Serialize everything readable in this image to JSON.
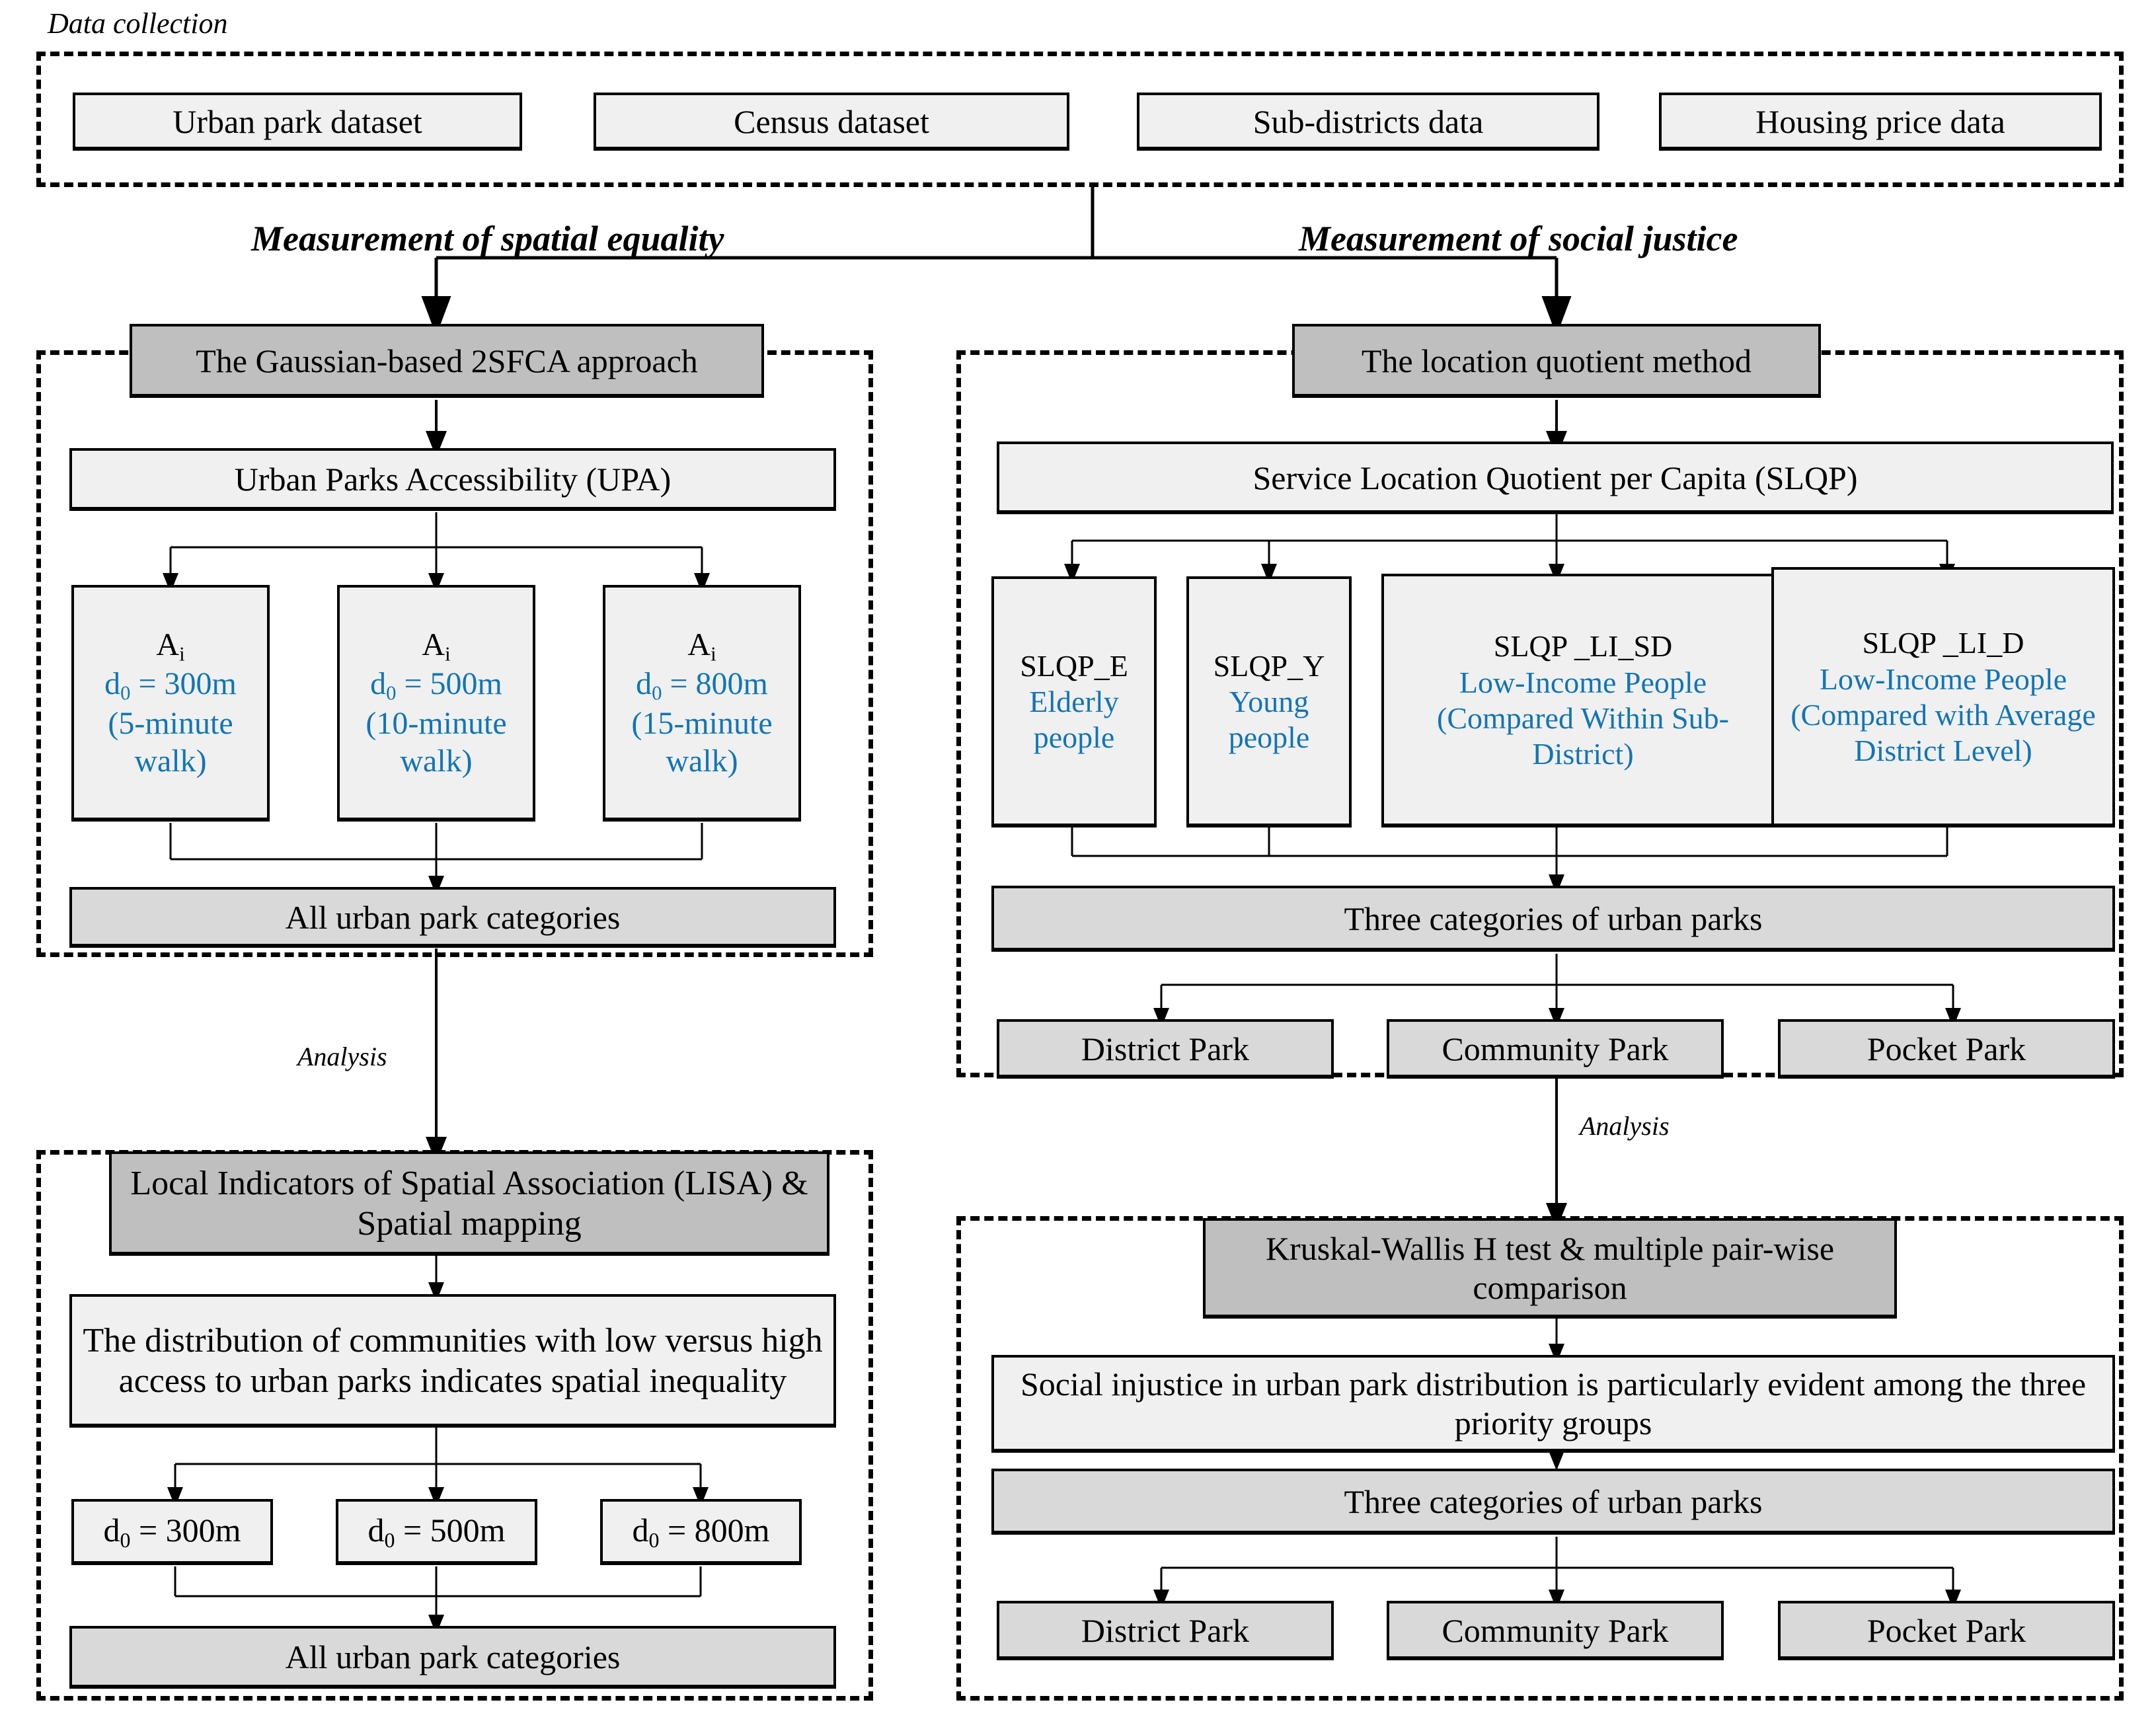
{
  "sections": {
    "data_collection": {
      "caption": "Data collection",
      "items": [
        {
          "label": "Urban park dataset"
        },
        {
          "label": "Census dataset"
        },
        {
          "label": "Sub-districts data"
        },
        {
          "label": "Housing price data"
        }
      ]
    },
    "left_branch": {
      "caption": "Measurement of spatial equality",
      "method": "The Gaussian-based 2SFCA approach",
      "indicator": "Urban Parks Accessibility (UPA)",
      "scenarios": [
        {
          "symbol": "A",
          "subscript": "i",
          "distance": "d",
          "dsub": "0",
          "value": " = 300m",
          "walk": "(5-minute walk)"
        },
        {
          "symbol": "A",
          "subscript": "i",
          "distance": "d",
          "dsub": "0",
          "value": " = 500m",
          "walk": "(10-minute walk)"
        },
        {
          "symbol": "A",
          "subscript": "i",
          "distance": "d",
          "dsub": "0",
          "value": " = 800m",
          "walk": "(15-minute walk)"
        }
      ],
      "aggregate": "All urban park categories",
      "analysis_caption": "Analysis",
      "analysis_method": "Local Indicators of Spatial Association (LISA) & Spatial mapping",
      "finding": "The distribution of communities with low versus high access to urban parks indicates spatial inequality",
      "distances": [
        "= 300m",
        "= 500m",
        "= 800m"
      ],
      "distance_prefix": "d",
      "distance_sub": "0",
      "aggregate2": "All urban park categories"
    },
    "right_branch": {
      "caption": "Measurement of social justice",
      "method": "The location quotient method",
      "indicator": "Service Location Quotient per Capita (SLQP)",
      "groups": [
        {
          "code": "SLQP_E",
          "desc": "Elderly people"
        },
        {
          "code": "SLQP_Y",
          "desc": "Young people"
        },
        {
          "code": "SLQP _LI_SD",
          "desc": "Low-Income People (Compared Within Sub-District)"
        },
        {
          "code": "SLQP _LI_D",
          "desc": "Low-Income People (Compared with Average District Level)"
        }
      ],
      "categories_label": "Three categories of urban parks",
      "parks": [
        "District Park",
        "Community Park",
        "Pocket Park"
      ],
      "analysis_caption": "Analysis",
      "analysis_method": "Kruskal-Wallis H test & multiple pair-wise comparison",
      "finding": "Social injustice in urban park distribution is particularly evident among the three priority groups",
      "categories_label2": "Three categories of urban parks",
      "parks2": [
        "District Park",
        "Community Park",
        "Pocket Park"
      ]
    }
  },
  "colors": {
    "accent_blue": "#1275b4",
    "fill_light": "#f0f0f0",
    "fill_mid": "#d9d9d9",
    "fill_dark": "#bfbfbf",
    "stroke": "#000000"
  }
}
